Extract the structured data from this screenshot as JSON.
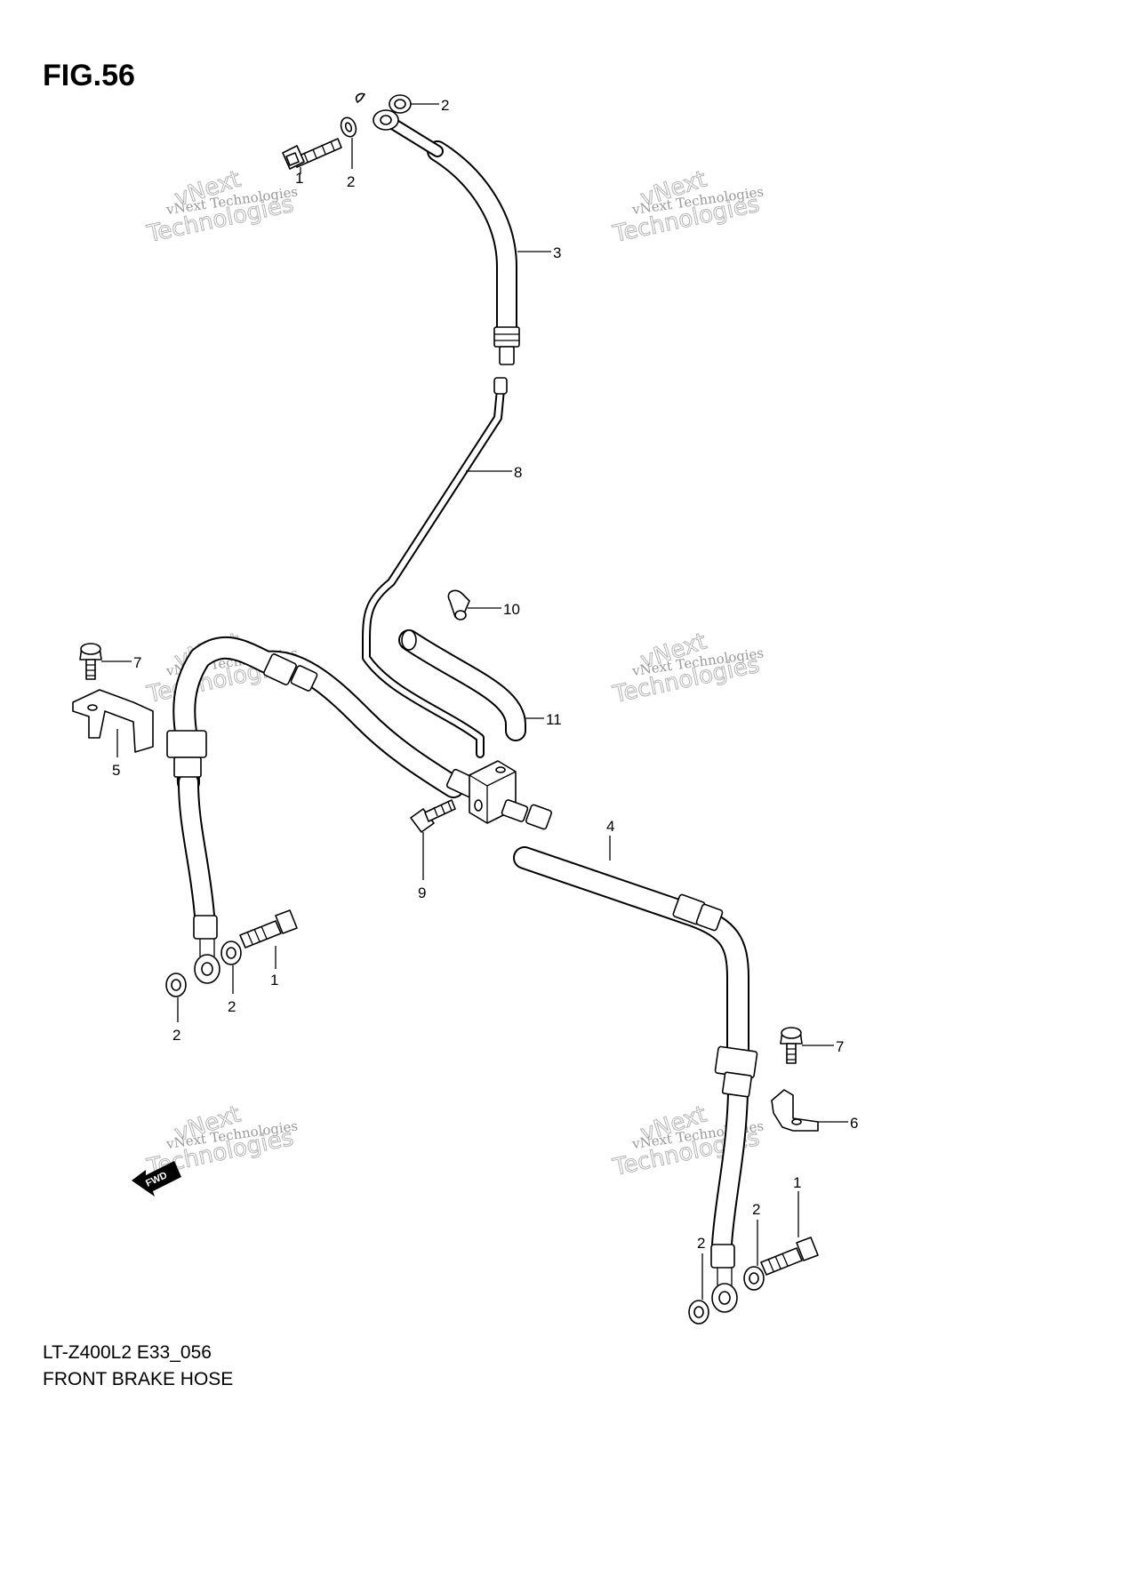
{
  "figure": {
    "title": "FIG.56",
    "model_code": "LT-Z400L2 E33_056",
    "name": "FRONT BRAKE HOSE"
  },
  "watermark": {
    "line1": "vNext Technologies",
    "line2": "Technologies",
    "line3": "vNext"
  },
  "direction_badge": "FWD",
  "callouts": {
    "c1a": "1",
    "c1b": "1",
    "c1c": "1",
    "c2a": "2",
    "c2b": "2",
    "c2c": "2",
    "c2d": "2",
    "c2e": "2",
    "c2f": "2",
    "c3": "3",
    "c4": "4",
    "c5": "5",
    "c6": "6",
    "c7a": "7",
    "c7b": "7",
    "c8": "8",
    "c9": "9",
    "c10": "10",
    "c11": "11"
  }
}
